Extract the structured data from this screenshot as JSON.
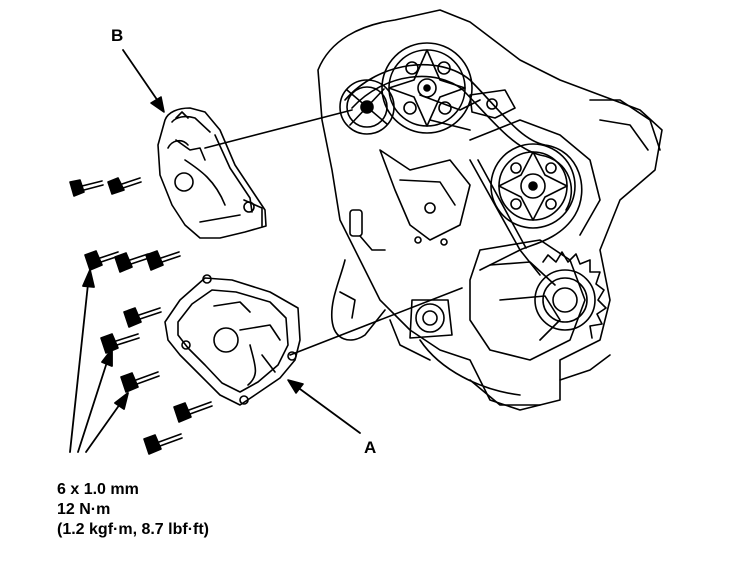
{
  "callouts": {
    "a": "A",
    "b": "B"
  },
  "spec": {
    "bolt_size": "6 x 1.0 mm",
    "torque_nm": "12 N·m",
    "torque_alt": "(1.2 kgf·m, 8.7 lbf·ft)"
  },
  "colors": {
    "ink": "#000000",
    "paper": "#ffffff"
  }
}
